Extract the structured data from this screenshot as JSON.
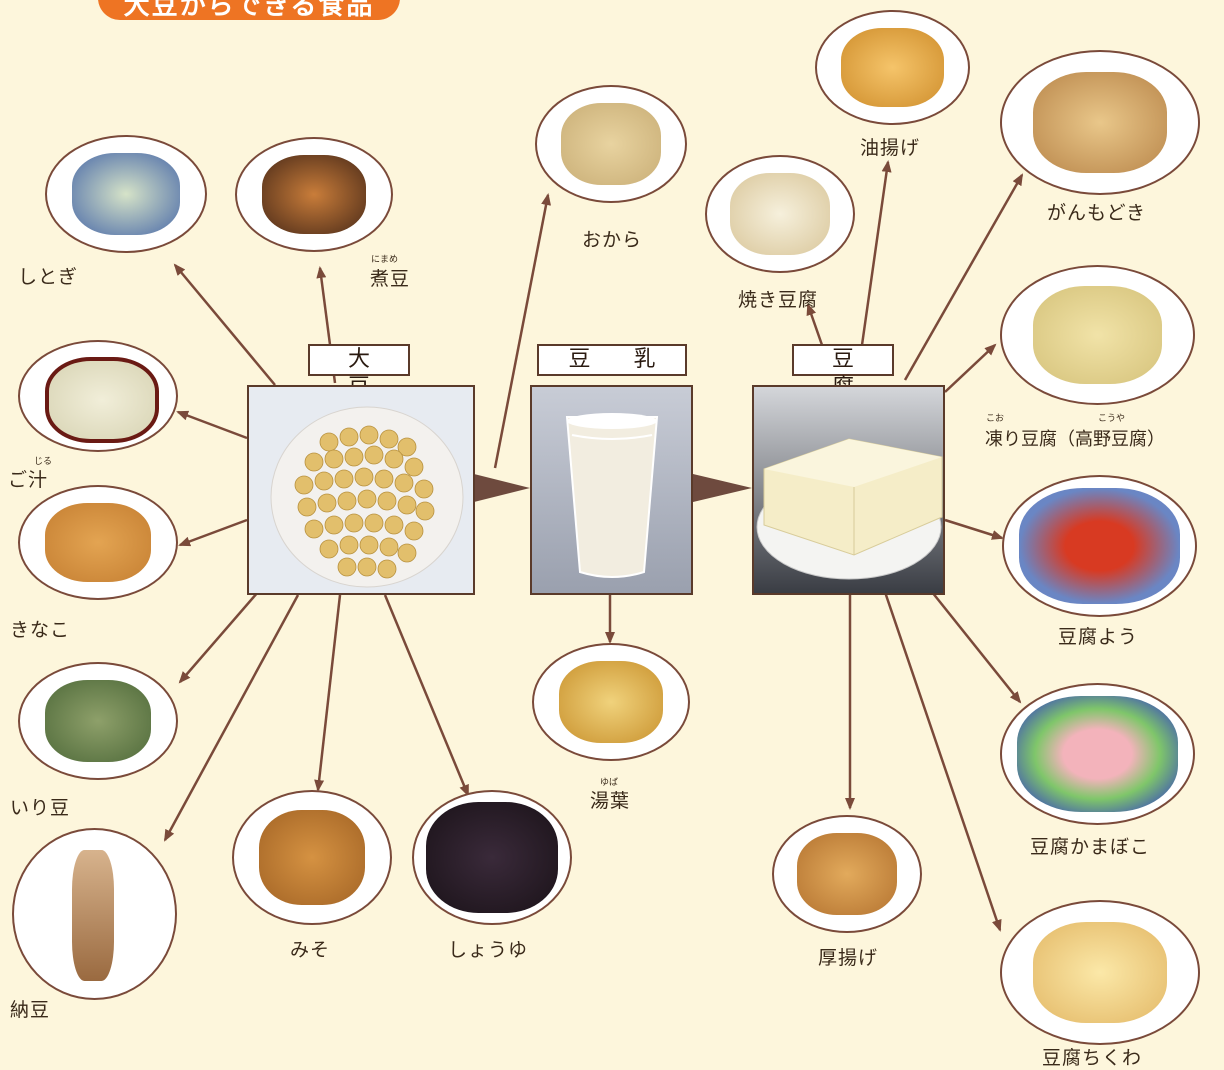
{
  "header": {
    "title": "大豆からできる食品"
  },
  "main": {
    "daizu": "大 豆",
    "tounyu": "豆 乳",
    "toufu": "豆 腐"
  },
  "foods": {
    "shitogi": "しとぎ",
    "nimame": "煮豆",
    "nimame_ruby": "にまめ",
    "gojiru": "ご汁",
    "gojiru_ruby": "じる",
    "kinako": "きなこ",
    "irimame": "いり豆",
    "natto": "納豆",
    "miso": "みそ",
    "shoyu": "しょうゆ",
    "okara": "おから",
    "yuba": "湯葉",
    "yuba_ruby": "ゆば",
    "yakidofu": "焼き豆腐",
    "aburaage": "油揚げ",
    "ganmodoki": "がんもどき",
    "koridofu": "凍り豆腐（高野豆腐）",
    "koridofu_ruby1": "こお",
    "koridofu_ruby2": "こうや",
    "tofuyo": "豆腐よう",
    "tofukamaboko": "豆腐かまぼこ",
    "atsuage": "厚揚げ",
    "tofuchikuwa": "豆腐ちくわ"
  },
  "colors": {
    "arrow": "#7a4a3a",
    "badge": "#ee7423",
    "background": "#fdf6dc"
  }
}
